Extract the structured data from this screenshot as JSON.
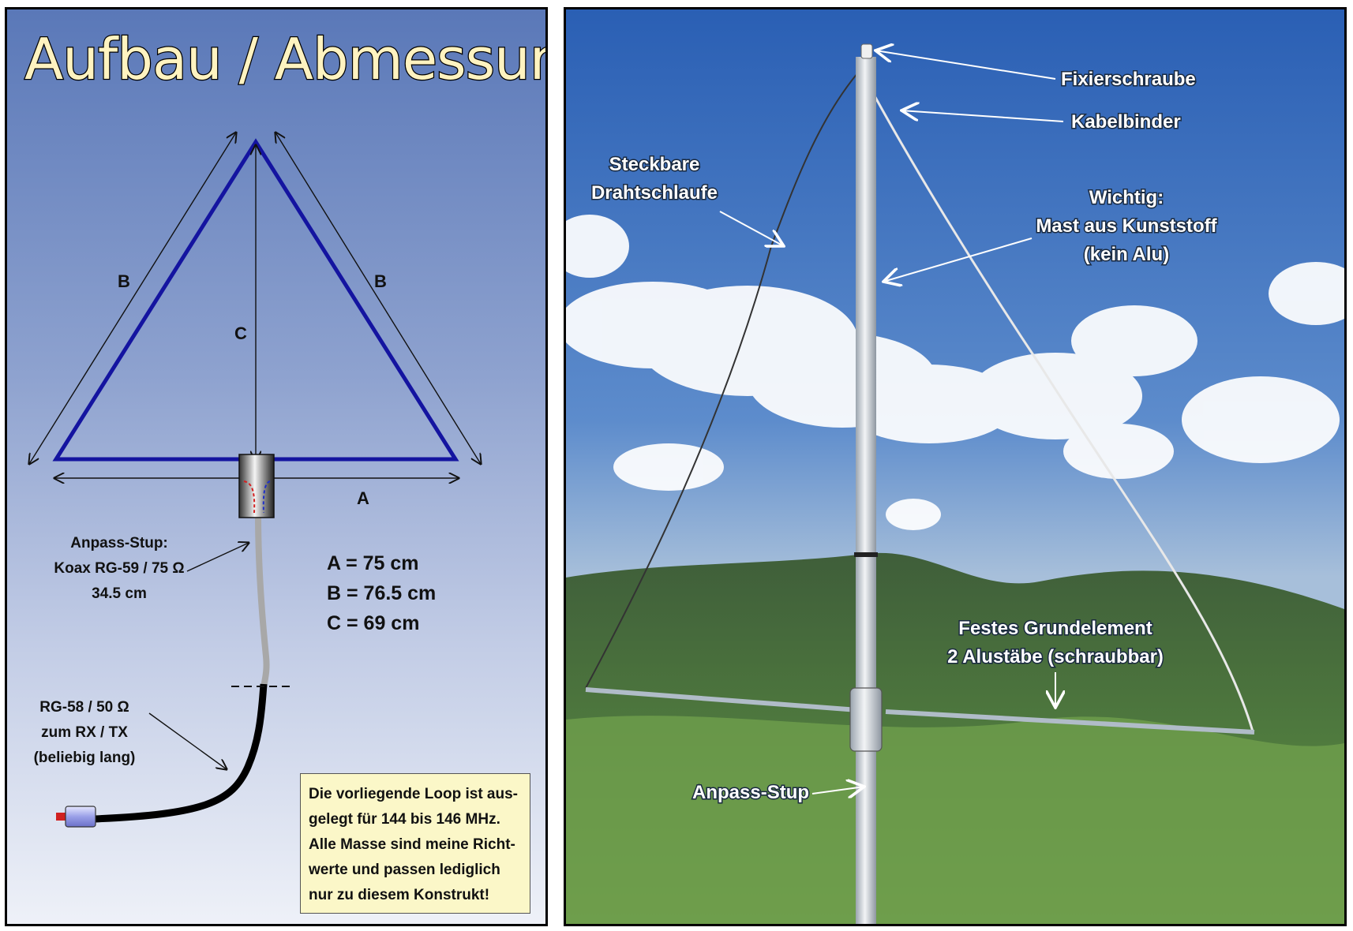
{
  "left": {
    "title": "Aufbau / Abmessungen",
    "labels": {
      "a": "A",
      "b_left": "B",
      "b_right": "B",
      "c": "C"
    },
    "stub_label": [
      "Anpass-Stup:",
      "Koax RG-59 / 75 Ω",
      "34.5 cm"
    ],
    "feed_label": [
      "RG-58 / 50 Ω",
      "zum RX / TX",
      "(beliebig lang)"
    ],
    "dimensions": [
      "A = 75 cm",
      "B = 76.5 cm",
      "C = 69 cm"
    ],
    "note": [
      "Die vorliegende Loop ist aus-",
      "gelegt für 144 bis 146 MHz.",
      "Alle Masse sind meine Richt-",
      "werte und passen lediglich",
      "nur zu diesem Konstrukt!"
    ],
    "colors": {
      "loop": "#1414a0",
      "coax_stub": "#a8a8a8",
      "coax_feed": "#000000",
      "note_bg": "#fbf7c8"
    }
  },
  "right": {
    "labels": {
      "fixierschraube": "Fixierschraube",
      "kabelbinder": "Kabelbinder",
      "steckbare": [
        "Steckbare",
        "Drahtschlaufe"
      ],
      "wichtig": [
        "Wichtig:",
        "Mast aus Kunststoff",
        "(kein Alu)"
      ],
      "grundelement": [
        "Festes  Grundelement",
        "2 Alustäbe (schraubbar)"
      ],
      "anpass": "Anpass-Stup"
    }
  }
}
